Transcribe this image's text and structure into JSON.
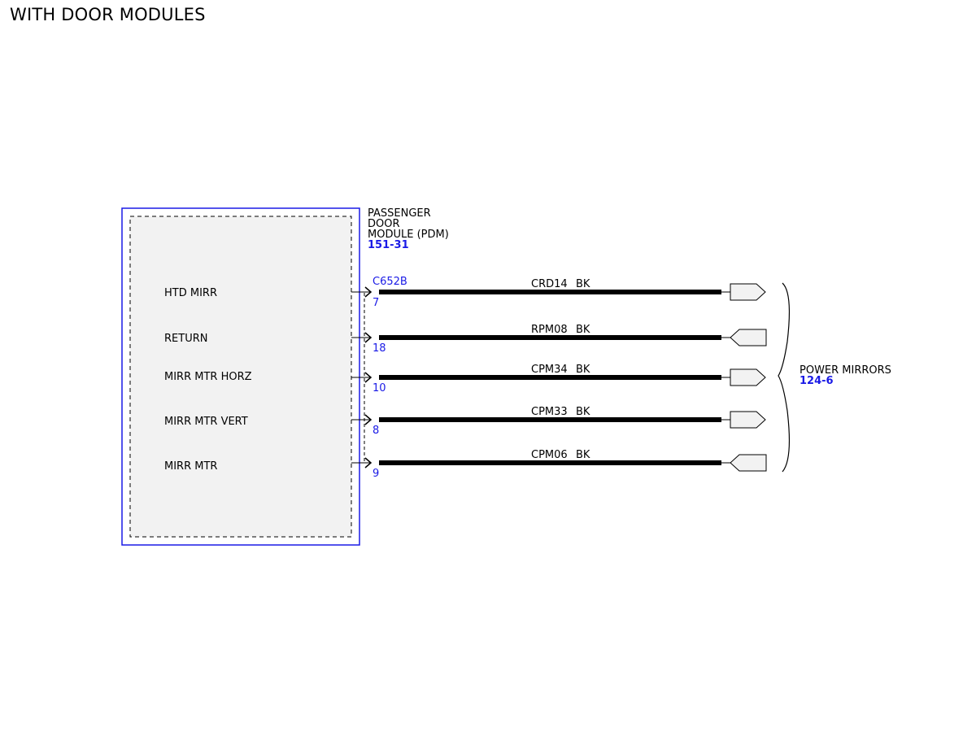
{
  "title": "WITH DOOR MODULES",
  "colors": {
    "module_border": "#1a1ae6",
    "module_fill": "#f2f2f2",
    "reference_text": "#1a1ae6",
    "wire": "#000000",
    "terminal_fill": "#f2f2f2"
  },
  "module": {
    "name_lines": [
      "PASSENGER",
      "DOOR",
      "MODULE (PDM)"
    ],
    "ref": "151-31",
    "connector": "C652B"
  },
  "component": {
    "name": "POWER MIRRORS",
    "ref": "124-6"
  },
  "circuits": [
    {
      "function": "HTD MIRR",
      "pin": "7",
      "circuit": "CRD14",
      "color": "BK",
      "terminal": "out"
    },
    {
      "function": "RETURN",
      "pin": "18",
      "circuit": "RPM08",
      "color": "BK",
      "terminal": "in"
    },
    {
      "function": "MIRR MTR HORZ",
      "pin": "10",
      "circuit": "CPM34",
      "color": "BK",
      "terminal": "out"
    },
    {
      "function": "MIRR MTR VERT",
      "pin": "8",
      "circuit": "CPM33",
      "color": "BK",
      "terminal": "out"
    },
    {
      "function": "MIRR MTR",
      "pin": "9",
      "circuit": "CPM06",
      "color": "BK",
      "terminal": "in"
    }
  ]
}
